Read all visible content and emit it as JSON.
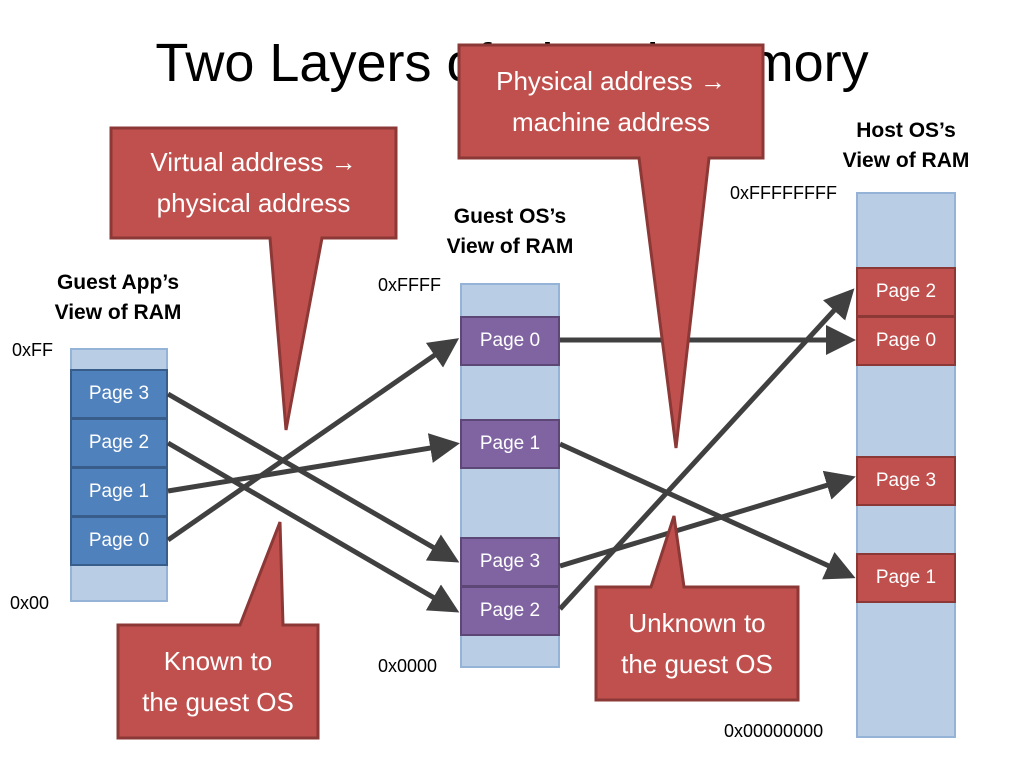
{
  "title": "Two Layers of Virtual Memory",
  "columns": {
    "guest_app": {
      "heading_line1": "Guest App’s",
      "heading_line2": "View of RAM",
      "addr_top": "0xFF",
      "addr_bottom": "0x00",
      "pages": [
        "Page 3",
        "Page 2",
        "Page 1",
        "Page 0"
      ]
    },
    "guest_os": {
      "heading_line1": "Guest OS’s",
      "heading_line2": "View of RAM",
      "addr_top": "0xFFFF",
      "addr_bottom": "0x0000",
      "pages": [
        "Page 0",
        "Page 1",
        "Page 3",
        "Page 2"
      ]
    },
    "host_os": {
      "heading_line1": "Host OS’s",
      "heading_line2": "View of RAM",
      "addr_top": "0xFFFFFFFF",
      "addr_bottom": "0x00000000",
      "pages": [
        "Page 2",
        "Page 0",
        "Page 3",
        "Page 1"
      ]
    }
  },
  "callouts": {
    "virtual_to_physical": {
      "line1": "Virtual address →",
      "line2": "physical address"
    },
    "physical_to_machine": {
      "line1": "Physical address →",
      "line2": "machine address"
    },
    "known": {
      "line1": "Known to",
      "line2": "the guest OS"
    },
    "unknown": {
      "line1": "Unknown to",
      "line2": "the guest OS"
    }
  },
  "colors": {
    "app_page": "#4f81bd",
    "guest_page": "#8064a2",
    "host_page": "#c0504d",
    "ram_background": "#b9cde5",
    "callout": "#c0504d",
    "arrow": "#404040"
  }
}
